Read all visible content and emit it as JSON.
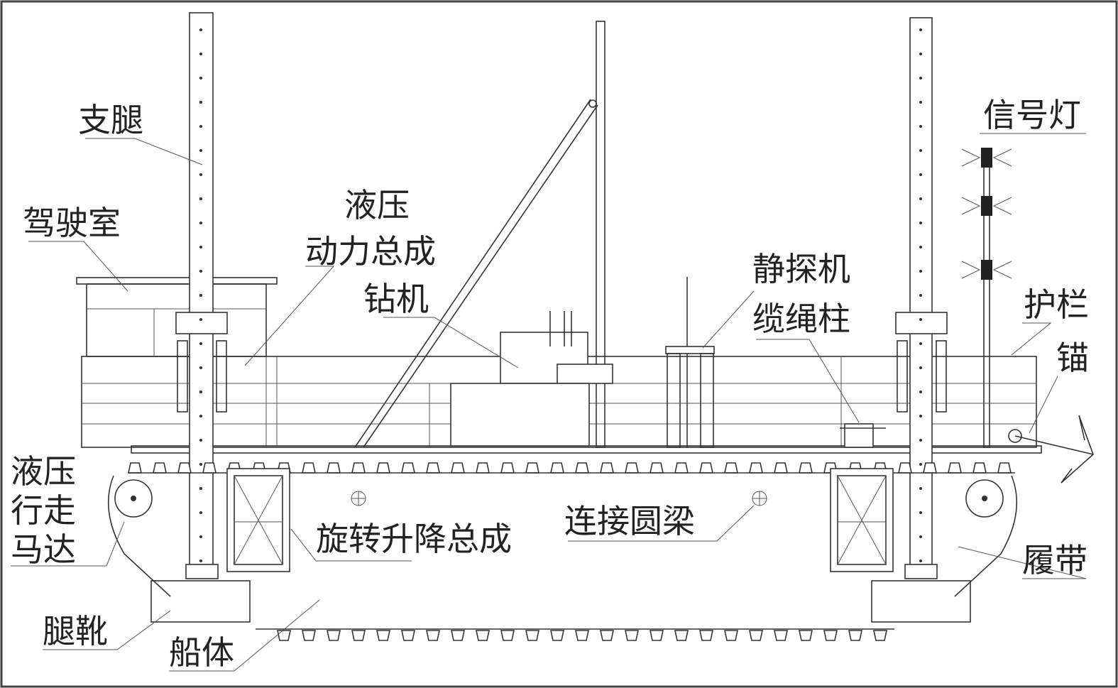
{
  "labels": {
    "leg": "支腿",
    "cab": "驾驶室",
    "hydraulic_power_1": "液压",
    "hydraulic_power_2": "动力总成",
    "drill": "钻机",
    "cpt": "静探机",
    "bollard": "缆绳柱",
    "signal_light": "信号灯",
    "railing": "护栏",
    "anchor": "锚",
    "motor_1": "液压",
    "motor_2": "行走",
    "motor_3": "马达",
    "rotate_lift": "旋转升降总成",
    "round_beam": "连接圆梁",
    "track": "履带",
    "leg_shoe": "腿靴",
    "hull": "船体"
  }
}
